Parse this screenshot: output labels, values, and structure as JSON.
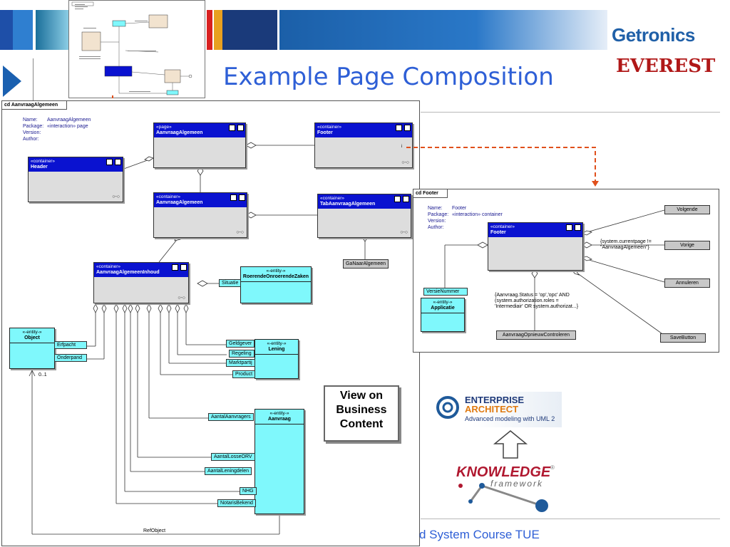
{
  "slide": {
    "title": "Example Page Composition",
    "footer": "d System Course TUE",
    "colors": {
      "title": "#2e5fd6",
      "class_header": "#0a12d0",
      "entity": "#7ff8fc",
      "dashed_link": "#e0501c"
    }
  },
  "logos": {
    "getronics": "Getronics",
    "everest": "EVEREST",
    "ea_line1": "ENTERPRISE",
    "ea_line2": "ARCHITECT",
    "ea_line3": "Advanced modeling with UML 2",
    "kf_line1": "KNOWLEDGE",
    "kf_line2": "framework",
    "kf_reg": "®"
  },
  "main_diagram": {
    "tab": "cd AanvraagAlgemeen",
    "meta": {
      "name_key": "Name:",
      "name_val": "AanvraagAlgemeen",
      "package_key": "Package:",
      "package_val": "«interaction» page",
      "version_key": "Version:",
      "author_key": "Author:"
    },
    "classes": {
      "page": {
        "stereo": "«page»",
        "name": "AanvraagAlgemeen"
      },
      "footer": {
        "stereo": "«container»",
        "name": "Footer"
      },
      "header": {
        "stereo": "«container»",
        "name": "Header"
      },
      "container": {
        "stereo": "«container»",
        "name": "AanvraagAlgemeen"
      },
      "tab": {
        "stereo": "«container»",
        "name": "TabAanvraagAlgemeen"
      },
      "inhoud": {
        "stereo": "«container»",
        "name": "AanvraagAlgemeenInhoud"
      }
    },
    "entities": {
      "roerende": {
        "stereo": "«-entity-»",
        "name": "RoerendeOnroerendeZaken"
      },
      "object": {
        "stereo": "«-entity-»",
        "name": "Object"
      },
      "lening": {
        "stereo": "«-entity-»",
        "name": "Lening"
      },
      "aanvraag": {
        "stereo": "«-entity-»",
        "name": "Aanvraag"
      }
    },
    "labels": {
      "ganaar": "GaNaarAlgemeen",
      "situatie": "Situatie",
      "erfpacht": "Erfpacht",
      "onderpand": "Onderpand",
      "geldgever": "Geldgever",
      "regeling": "Regeling",
      "marktpartij": "Marktpartij",
      "product": "Product",
      "aantal_aanvragers": "AantalAanvragers",
      "aantal_losse": "AantalLosseORV",
      "aantal_leningdelen": "AantalLeningdelen",
      "nhg": "NHG",
      "notaris": "NotarisBekend",
      "refobject": "RefObject",
      "multiplicity": "0..1",
      "footer_dot": "i"
    },
    "view_box": {
      "line1": "View on",
      "line2": "Business",
      "line3": "Content"
    }
  },
  "footer_diagram": {
    "tab": "cd Footer",
    "meta": {
      "name_key": "Name:",
      "name_val": "Footer",
      "package_key": "Package:",
      "package_val": "«interaction» container",
      "version_key": "Version:",
      "author_key": "Author:"
    },
    "footer_class": {
      "stereo": "«container»",
      "name": "Footer"
    },
    "applicatie": {
      "stereo": "«-entity-»",
      "name": "Applicatie"
    },
    "versienummer": "VersieNummer",
    "buttons": {
      "volgende": "Volgende",
      "vorige": "Vorige",
      "annuleren": "Annuleren",
      "opnieuw": "AanvraagOpnieuwControleren",
      "save": "SaveButton"
    },
    "guard1_line1": "{system.currentpage !=",
    "guard1_line2": "\"AanvraagAlgemeen\"}",
    "guard2_line1": "{Aanvraag.Status = 'op','opc' AND",
    "guard2_line2": "(system.authorization.roles =",
    "guard2_line3": "'Intermediair' OR system.authorizat...}"
  }
}
